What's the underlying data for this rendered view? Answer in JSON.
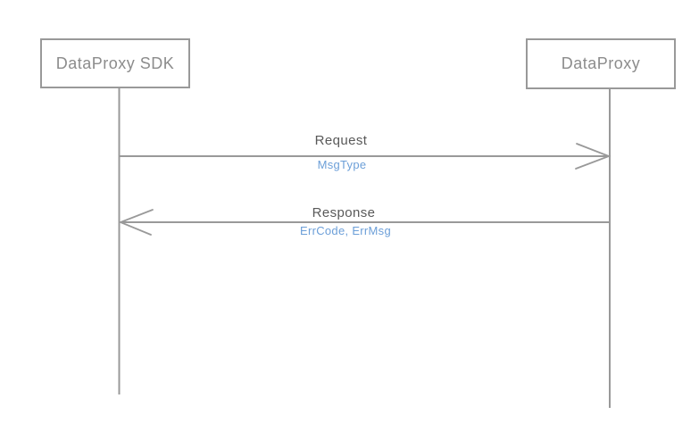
{
  "diagram": {
    "type": "sequence-diagram",
    "background": "#ffffff"
  },
  "actors": [
    {
      "name": "DataProxy SDK",
      "side": "left"
    },
    {
      "name": "DataProxy",
      "side": "right"
    }
  ],
  "messages": [
    {
      "label": "Request",
      "params": "MsgType",
      "from": "DataProxy SDK",
      "to": "DataProxy",
      "direction": "right"
    },
    {
      "label": "Response",
      "params": "ErrCode, ErrMsg",
      "from": "DataProxy",
      "to": "DataProxy SDK",
      "direction": "left"
    }
  ],
  "colors": {
    "box_border": "#999999",
    "box_text": "#8c8c8c",
    "line": "#999999",
    "message_label": "#595959",
    "param_text": "#6c9fd8",
    "background": "#ffffff"
  }
}
